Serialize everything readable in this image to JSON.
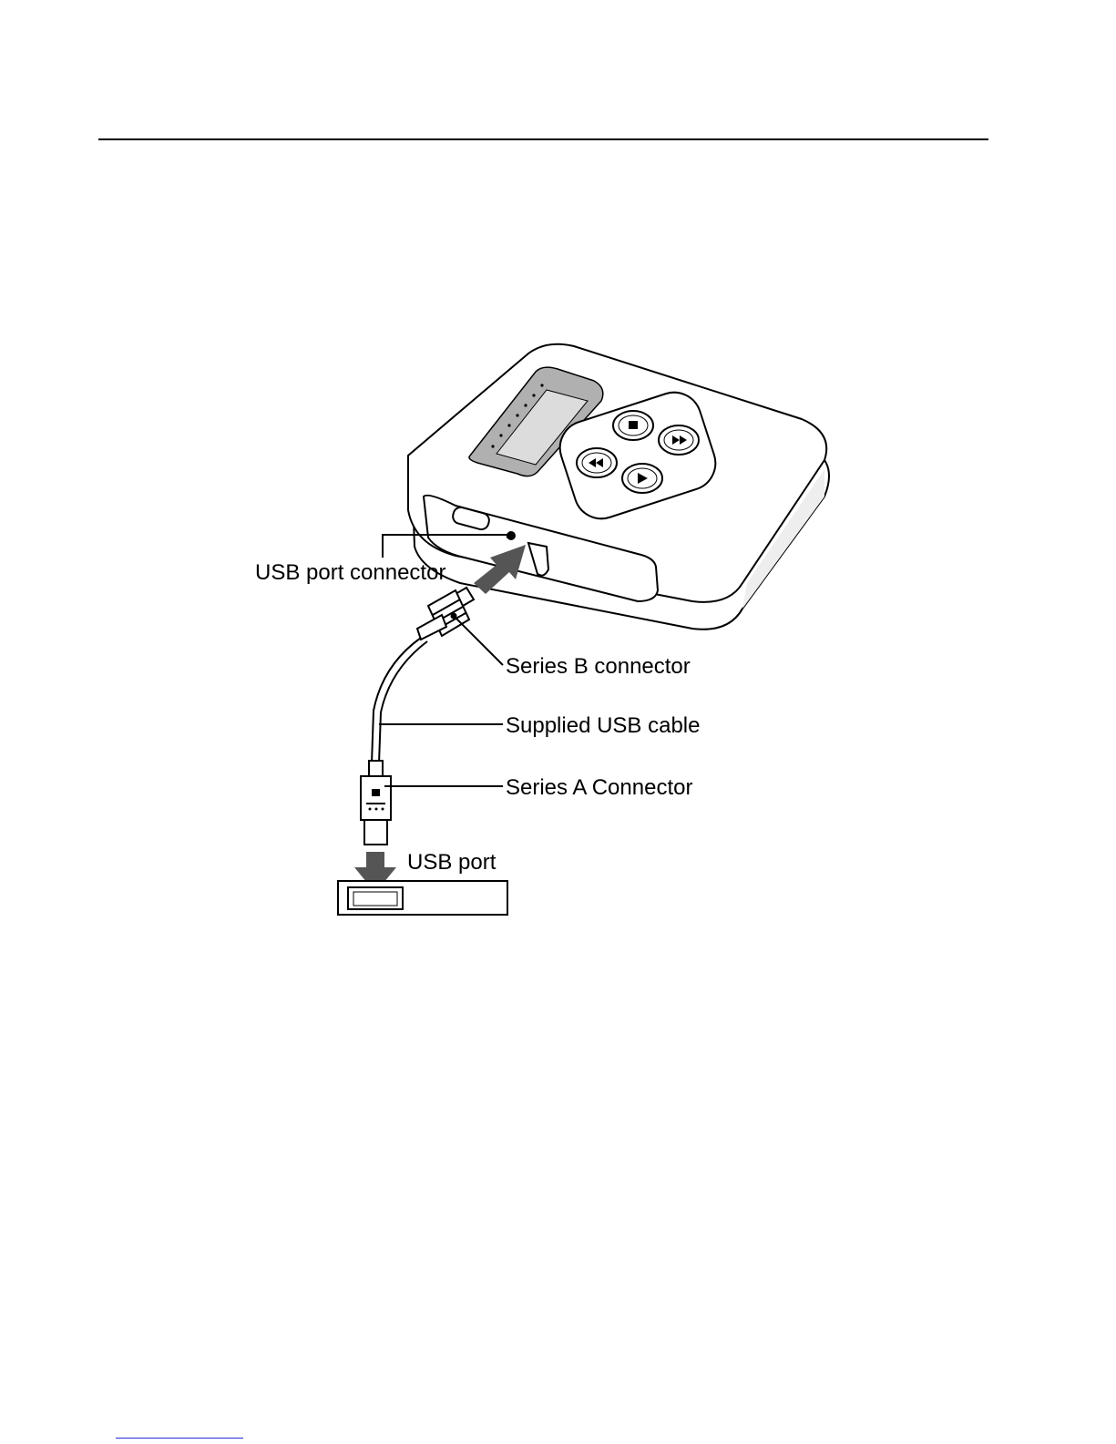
{
  "figure": {
    "callouts": {
      "usb_port_connector": "USB port connector",
      "series_b_connector": "Series B connector",
      "supplied_usb_cable": "Supplied USB cable",
      "series_a_connector": "Series A Connector",
      "usb_port": "USB port"
    },
    "colors": {
      "screen": "#dcdcdc",
      "display_bezel": "#b0b0b0",
      "arrow": "#555555",
      "line": "#000000"
    }
  }
}
